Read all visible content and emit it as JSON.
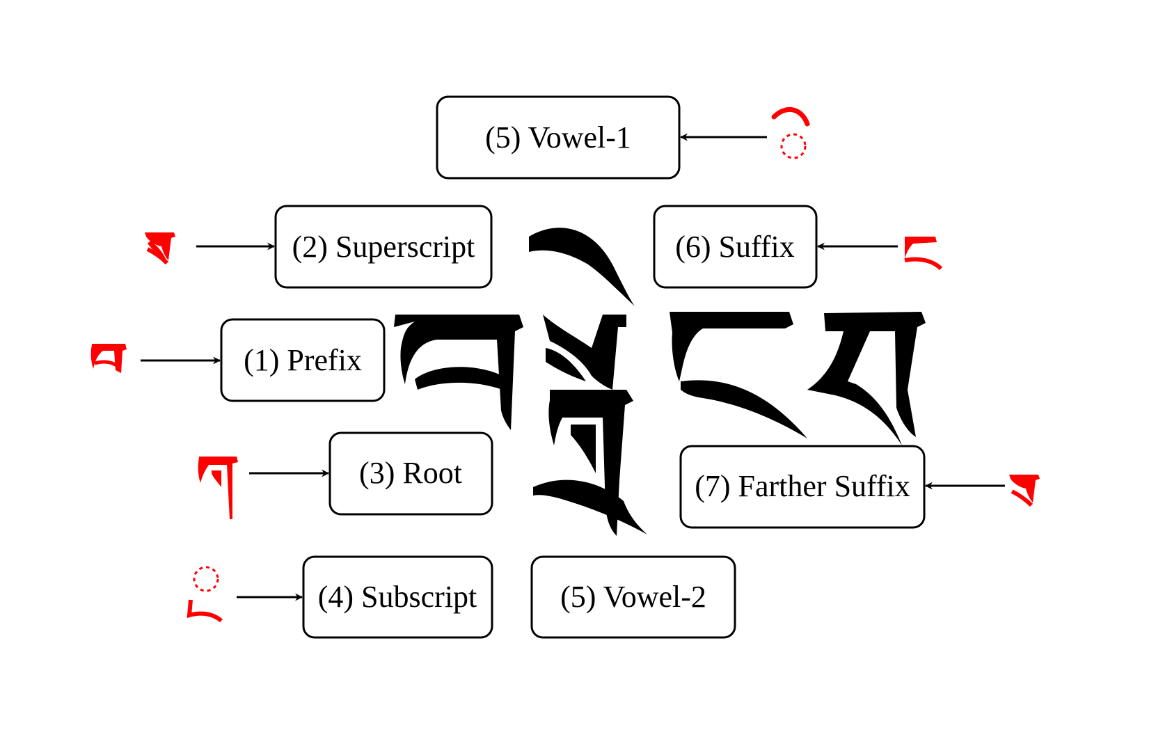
{
  "colors": {
    "component_letter": "#ff0000",
    "box_border": "#000000",
    "syllable": "#000000",
    "arrow": "#000000"
  },
  "components": [
    {
      "id": "vowel1",
      "label": "(5) Vowel-1",
      "glyph": "vowel-i-mark"
    },
    {
      "id": "superscript",
      "label": "(2) Superscript",
      "glyph": "tibetan-sa"
    },
    {
      "id": "suffix",
      "label": "(6) Suffix",
      "glyph": "tibetan-nga"
    },
    {
      "id": "prefix",
      "label": "(1) Prefix",
      "glyph": "tibetan-ba"
    },
    {
      "id": "root",
      "label": "(3) Root",
      "glyph": "tibetan-ga"
    },
    {
      "id": "farther_suffix",
      "label": "(7) Farther Suffix",
      "glyph": "tibetan-sa"
    },
    {
      "id": "subscript",
      "label": "(4) Subscript",
      "glyph": "subjoined-ra"
    },
    {
      "id": "vowel2",
      "label": "(5) Vowel-2",
      "glyph": "none"
    }
  ],
  "syllable": {
    "glyph": "tibetan-syllable-bsgrengs"
  }
}
